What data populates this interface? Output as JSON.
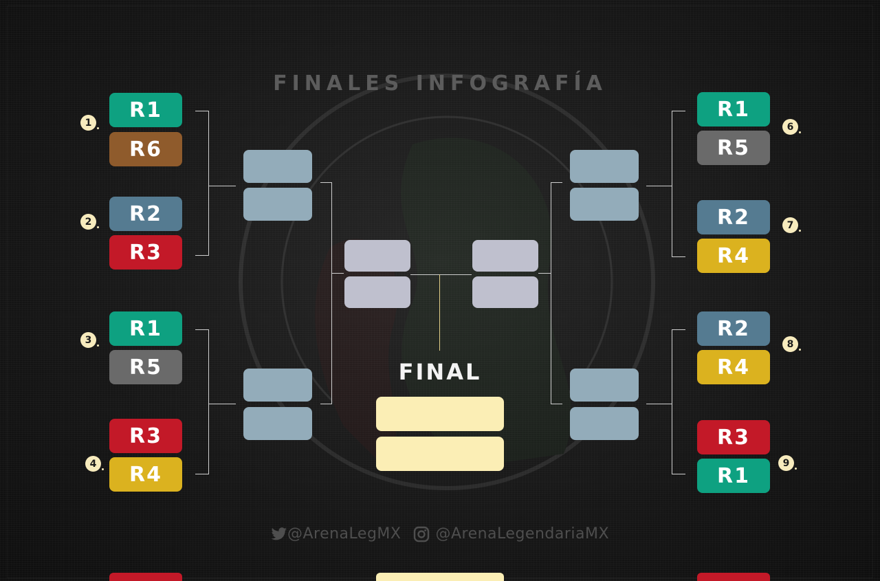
{
  "title": "FINALES INFOGRAFÍA",
  "final_label": "FINAL",
  "colors": {
    "R1": "#0ea181",
    "R2": "#557b91",
    "R3": "#c31928",
    "R4": "#dbb21f",
    "R5": "#6a6a6a",
    "R6": "#8f5b2c",
    "quarter_slot": "#93acba",
    "semi_slot": "#bfc0ce",
    "final_slot": "#fbeeb5",
    "badge": "#f7ebbd"
  },
  "left_matches": [
    {
      "number": "1",
      "teams": [
        "R1",
        "R6"
      ]
    },
    {
      "number": "2",
      "teams": [
        "R2",
        "R3"
      ]
    },
    {
      "number": "3",
      "teams": [
        "R1",
        "R5"
      ]
    },
    {
      "number": "4",
      "teams": [
        "R3",
        "R4"
      ]
    }
  ],
  "right_matches": [
    {
      "number": "6",
      "teams": [
        "R1",
        "R5"
      ]
    },
    {
      "number": "7",
      "teams": [
        "R2",
        "R4"
      ]
    },
    {
      "number": "8",
      "teams": [
        "R2",
        "R4"
      ]
    },
    {
      "number": "9",
      "teams": [
        "R3",
        "R1"
      ]
    }
  ],
  "social": {
    "twitter_icon": "twitter-bird-icon",
    "twitter": "@ArenaLegMX",
    "instagram_icon": "instagram-icon",
    "instagram": "@ArenaLegendariaMX"
  }
}
